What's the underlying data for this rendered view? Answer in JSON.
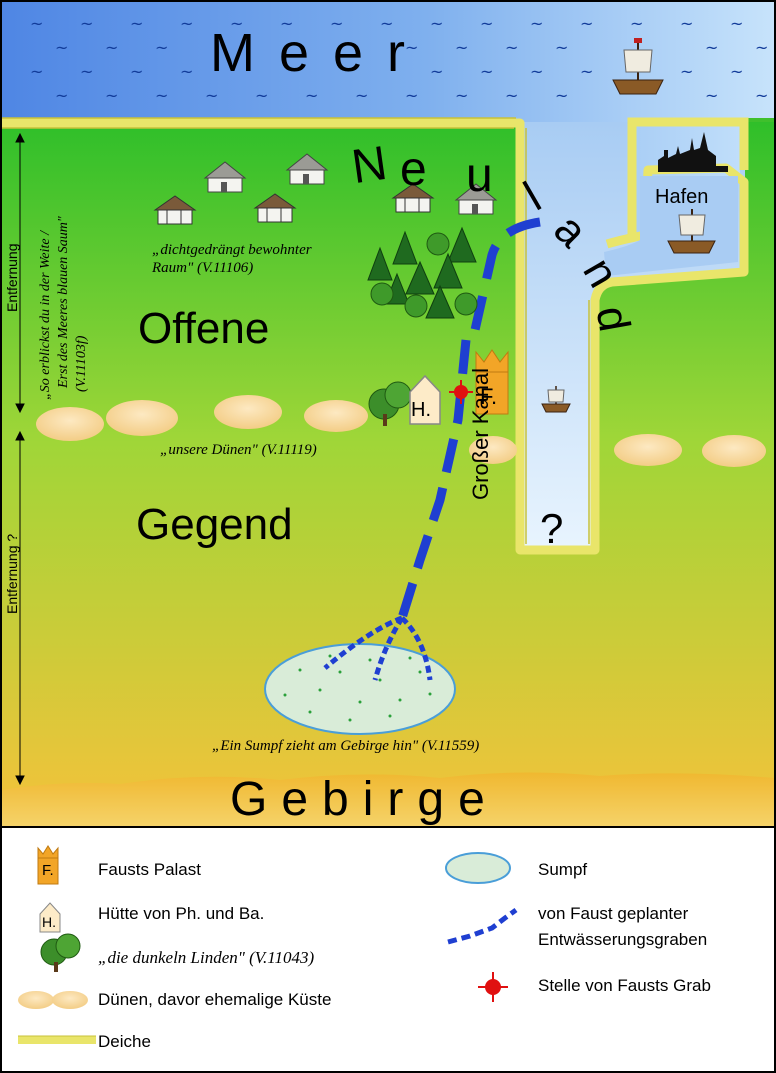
{
  "map": {
    "sea_label": "Meer",
    "new_land_letters": [
      "N",
      "e",
      "u",
      "l",
      "a",
      "n",
      "d"
    ],
    "harbour_label": "Hafen",
    "canal_label": "Großer Kanal",
    "canal_unknown": "?",
    "open_label": "Offene",
    "region_label": "Gegend",
    "mountains_label": "Gebirge",
    "hut_marker": "H.",
    "palace_marker": "F.",
    "quote_dense": [
      "„dichtgedrängt bewohnter",
      "Raum\" (V.11106)"
    ],
    "quote_dunes": "„unsere Dünen\" (V.11119)",
    "quote_swamp": "„Ein Sumpf zieht am Gebirge hin\" (V.11559)",
    "quote_distance": [
      "„So erblickst du in der Weite /",
      "Erst des Meeres blauen Saum\"",
      "(V.11103f)"
    ],
    "distance_label": "Entfernung",
    "distance_unknown_label": "Entfernung ?"
  },
  "legend": {
    "palace": "Fausts Palast",
    "hut": "Hütte von Ph. und Ba.",
    "linden": "„die dunkeln Linden\"  (V.11043)",
    "dunes": "Dünen, davor ehemalige Küste",
    "dikes": "Deiche",
    "swamp": "Sumpf",
    "ditch": [
      "von Faust geplanter",
      "Entwässerungsgraben"
    ],
    "grave": "Stelle von Fausts Grab",
    "palace_marker": "F.",
    "hut_marker": "H."
  },
  "colors": {
    "sea": "#5b8fe6",
    "land_top": "#2fbf2a",
    "land_bottom": "#f5c23a",
    "dike": "#f0ec7a",
    "ditch": "#1f3fd1",
    "grave": "#e01010",
    "palace": "#f2a527",
    "dune": "#f7d9a0"
  }
}
